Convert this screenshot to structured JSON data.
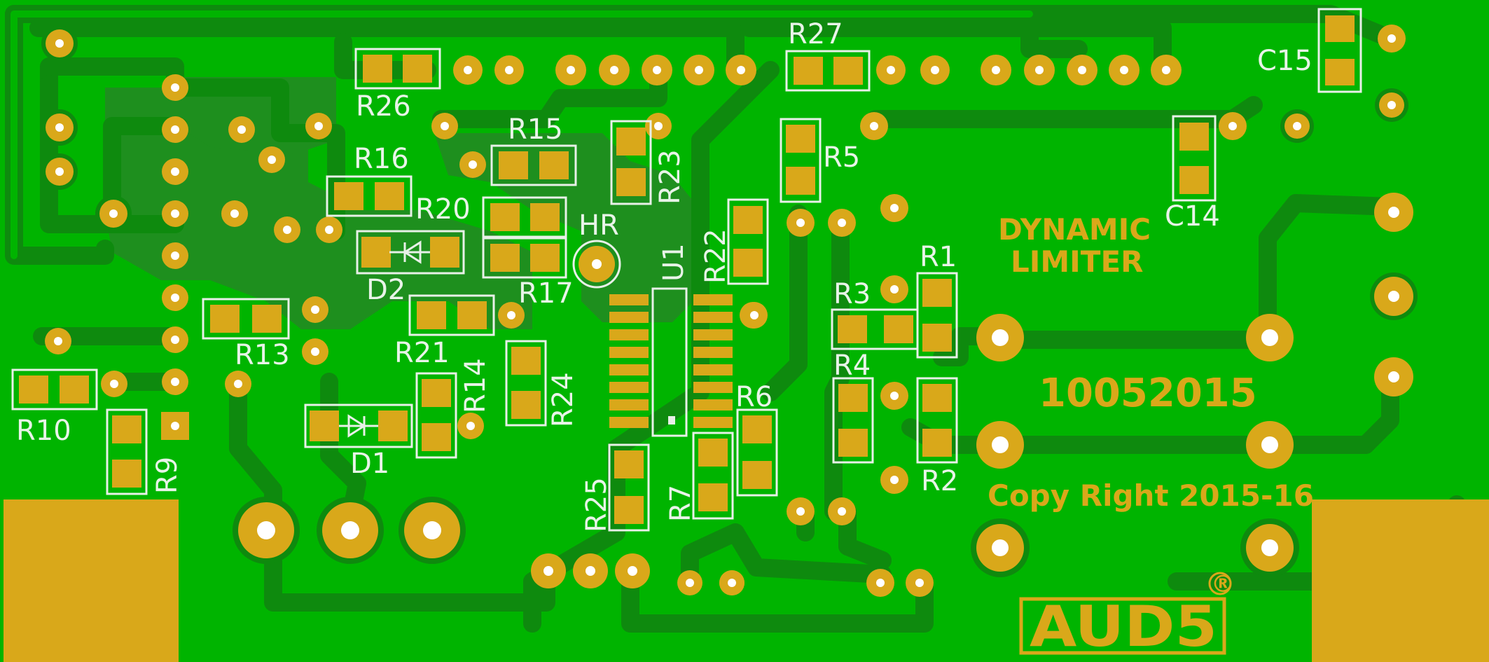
{
  "board": {
    "colors": {
      "substrate": "#00b400",
      "trace": "#0e8a0e",
      "copper": "#d9a81a",
      "silkscreen": "#e8f0e8"
    },
    "component_labels": [
      "R27",
      "C15",
      "R26",
      "R15",
      "R16",
      "R20",
      "R5",
      "C14",
      "HR",
      "U1",
      "R22",
      "R23",
      "D2",
      "R17",
      "R21",
      "R13",
      "R14",
      "R24",
      "R1",
      "R3",
      "R4",
      "R10",
      "D1",
      "R6",
      "R9",
      "R25",
      "R7",
      "R2"
    ],
    "copper_text": {
      "title_line1": "DYNAMIC",
      "title_line2": "LIMITER",
      "serial": "10052015",
      "copyright": "Copy Right 2015-16",
      "logo": "AUD5",
      "registered": "®"
    }
  }
}
